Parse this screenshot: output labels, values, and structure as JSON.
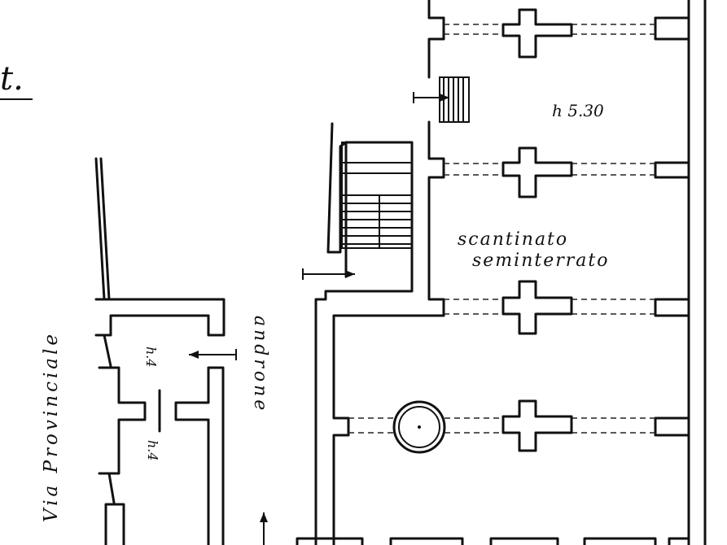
{
  "title_fragment": "t.",
  "labels": {
    "height_top": "h 5.30",
    "basement_line1": "scantinato",
    "basement_line2": "seminterrato",
    "street": "Via Provinciale",
    "passage": "androne",
    "height_left_a": "h.4",
    "height_left_b": "h.4"
  },
  "colors": {
    "ink": "#111111",
    "paper": "#ffffff"
  },
  "icons": [
    "entry-arrow-icon",
    "column-cross-icon",
    "round-column-icon"
  ]
}
